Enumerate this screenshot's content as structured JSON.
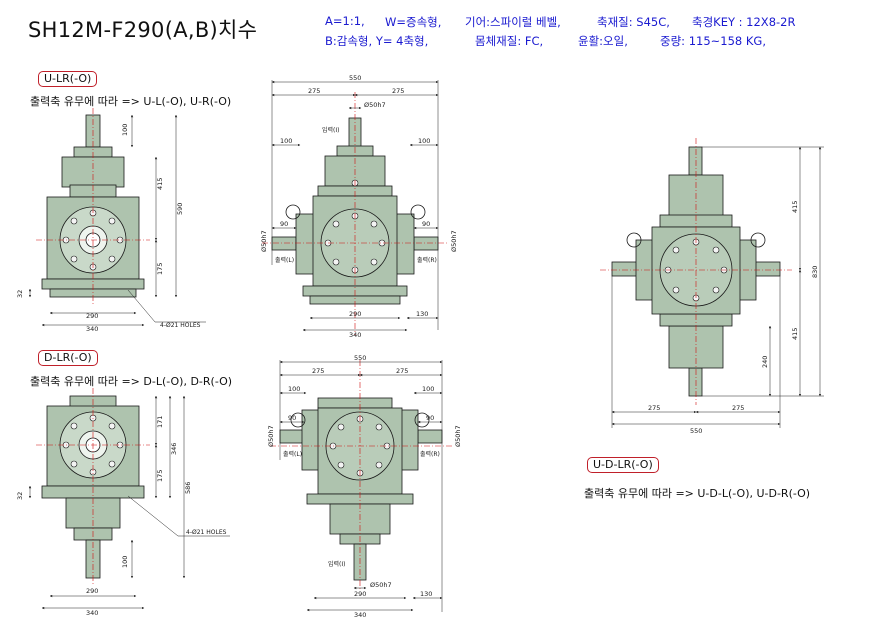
{
  "title": "SH12M-F290(A,B)치수",
  "specs": {
    "line1": [
      "A=1:1,",
      "W=증속형,",
      "기어:스파이럴 베벨,",
      "축재질: S45C,",
      "축경KEY : 12X8-2R"
    ],
    "line2": [
      "B:감속형, Y= 4축형,",
      "몸체재질: FC,",
      "윤활:오일,",
      "중량: 115~158 KG,"
    ]
  },
  "views": {
    "ulr": {
      "tag": "U-LR(-O)",
      "note": "출력축 유무에 따라 => U-L(-O), U-R(-O)"
    },
    "dlr": {
      "tag": "D-LR(-O)",
      "note": "출력축 유무에 따라 => D-L(-O), D-R(-O)"
    },
    "udlr": {
      "tag": "U-D-LR(-O)",
      "note": "출력축 유무에 따라 => U-D-L(-O), U-D-R(-O)"
    }
  },
  "dims": {
    "d550": "550",
    "d275": "275",
    "d100": "100",
    "d90": "90",
    "d130": "130",
    "d290": "290",
    "d340": "340",
    "d32": "32",
    "d415": "415",
    "d590": "590",
    "d175": "175",
    "d171": "171",
    "d346": "346",
    "d586": "586",
    "d240": "240",
    "d830": "830",
    "shaft": "Ø50h7",
    "holes": "4-Ø21 HOLES",
    "in_label": "입력(I)",
    "out_l": "출력(L)",
    "out_r": "출력(R)"
  },
  "colors": {
    "body": "#aec3ae",
    "line": "#1a1a1a",
    "center": "#d01010",
    "dim": "#202020",
    "spec": "#1a1ad0",
    "tag_border": "#c0202a"
  }
}
